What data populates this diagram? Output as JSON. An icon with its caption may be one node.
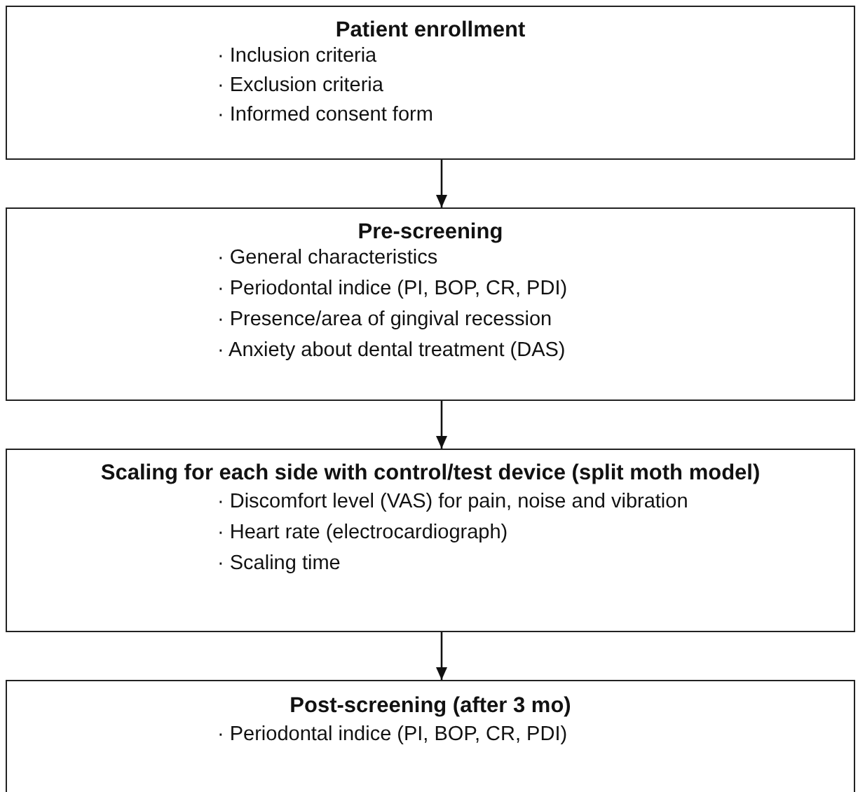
{
  "diagram": {
    "nodes": [
      {
        "text": [
          "Patient enrollment",
          "· Inclusion criteria",
          "· Exclusion criteria",
          "· Informed consent form"
        ]
      },
      {
        "text": [
          "Pre-screening",
          "· General characteristics",
          "· Periodontal indice (PI, BOP, CR, PDI)",
          "· Presence/area of gingival recession",
          "· Anxiety about dental treatment (DAS)"
        ]
      },
      {
        "text": [
          "Scaling for each side with control/test device (split moth model)",
          "· Discomfort level (VAS) for pain, noise and vibration",
          "· Heart rate (electrocardiograph)",
          "· Scaling time"
        ]
      },
      {
        "text": [
          "Post-screening (after 3 mo)",
          "· Periodontal indice (PI, BOP, CR, PDI)"
        ]
      }
    ],
    "edges": [
      {
        "from": 0,
        "to": 1,
        "arrow": "to"
      },
      {
        "from": 1,
        "to": 2,
        "arrow": "to"
      },
      {
        "from": 2,
        "to": 3,
        "arrow": "to"
      }
    ]
  }
}
